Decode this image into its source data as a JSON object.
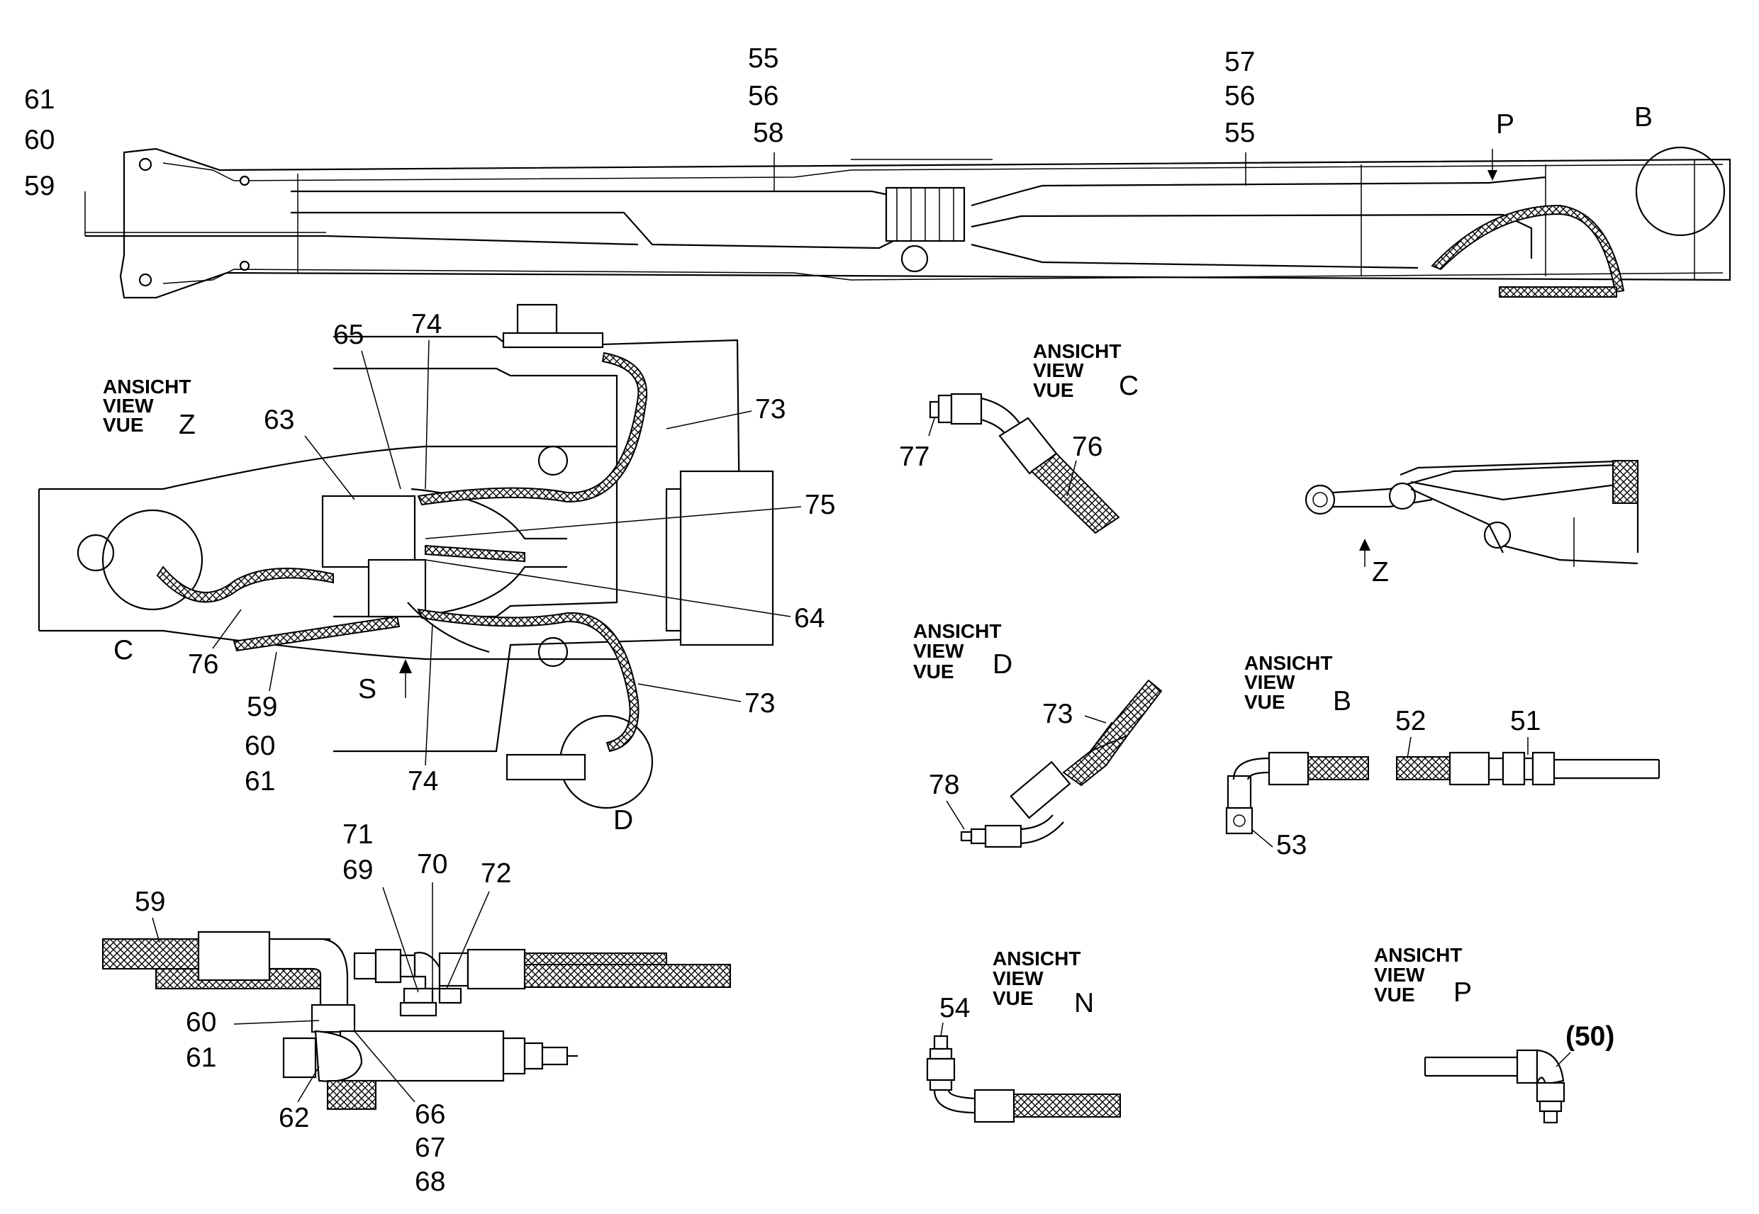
{
  "colors": {
    "ink": "#000000",
    "paper": "#ffffff"
  },
  "top": {
    "l59": "59",
    "l60": "60",
    "l61": "61",
    "s1": [
      "55",
      "56",
      "58"
    ],
    "s2": [
      "57",
      "56",
      "55"
    ],
    "p": "P",
    "b": "B"
  },
  "viewZ": {
    "heading": [
      "ANSICHT",
      "VIEW",
      "VUE"
    ],
    "letter": "Z",
    "l65": "65",
    "l74a": "74",
    "l63": "63",
    "l73a": "73",
    "l75": "75",
    "l64": "64",
    "l73b": "73",
    "lC": "C",
    "l76": "76",
    "l59": "59",
    "lS": "S",
    "l74b": "74",
    "l60": "60",
    "l61": "61",
    "lD": "D"
  },
  "viewC": {
    "heading": [
      "ANSICHT",
      "VIEW",
      "VUE"
    ],
    "letter": "C",
    "l77": "77",
    "l76": "76"
  },
  "arrowZ": {
    "letter": "Z"
  },
  "viewD": {
    "heading": [
      "ANSICHT",
      "VIEW",
      "VUE"
    ],
    "letter": "D",
    "l73": "73",
    "l78": "78"
  },
  "viewB": {
    "heading": [
      "ANSICHT",
      "VIEW",
      "VUE"
    ],
    "letter": "B",
    "l52": "52",
    "l51": "51",
    "l53": "53"
  },
  "bottom": {
    "l59": "59",
    "l71": "71",
    "l69": "69",
    "l70": "70",
    "l72": "72",
    "l60": "60",
    "l61": "61",
    "l62": "62",
    "l66": "66",
    "l67": "67",
    "l68": "68"
  },
  "viewN": {
    "heading": [
      "ANSICHT",
      "VIEW",
      "VUE"
    ],
    "letter": "N",
    "l54": "54"
  },
  "viewP": {
    "heading": [
      "ANSICHT",
      "VIEW",
      "VUE"
    ],
    "letter": "P",
    "l50": "(50)"
  }
}
